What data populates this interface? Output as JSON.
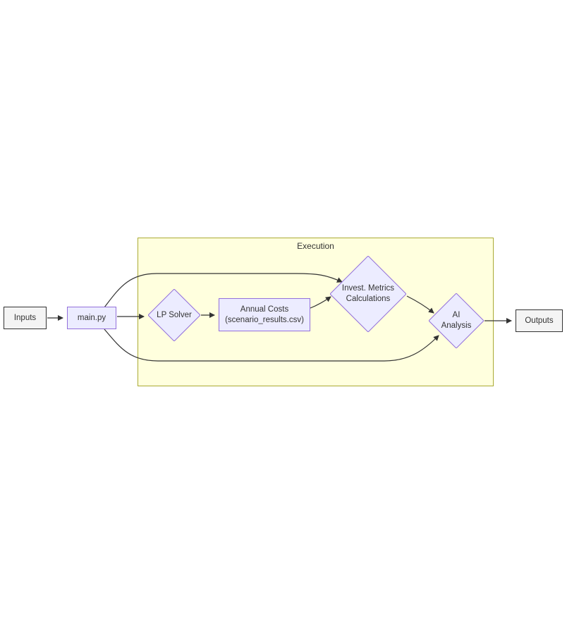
{
  "diagram": {
    "cluster": {
      "label": "Execution"
    },
    "nodes": {
      "inputs": {
        "label": "Inputs"
      },
      "main_py": {
        "label": "main.py"
      },
      "lp_solver": {
        "label": "LP Solver"
      },
      "annual_costs": {
        "line1": "Annual Costs",
        "line2": "(scenario_results.csv)"
      },
      "invest_metrics": {
        "line1": "Invest. Metrics",
        "line2": "Calculations"
      },
      "ai_analysis": {
        "line1": "AI",
        "line2": "Analysis"
      },
      "outputs": {
        "label": "Outputs"
      }
    },
    "colors": {
      "node_fill": "#ECECFF",
      "node_border": "#9370DB",
      "terminal_fill": "#f4f4f4",
      "terminal_border": "#333333",
      "cluster_fill": "#ffffde",
      "cluster_border": "#aaaa33",
      "edge": "#333333"
    }
  }
}
